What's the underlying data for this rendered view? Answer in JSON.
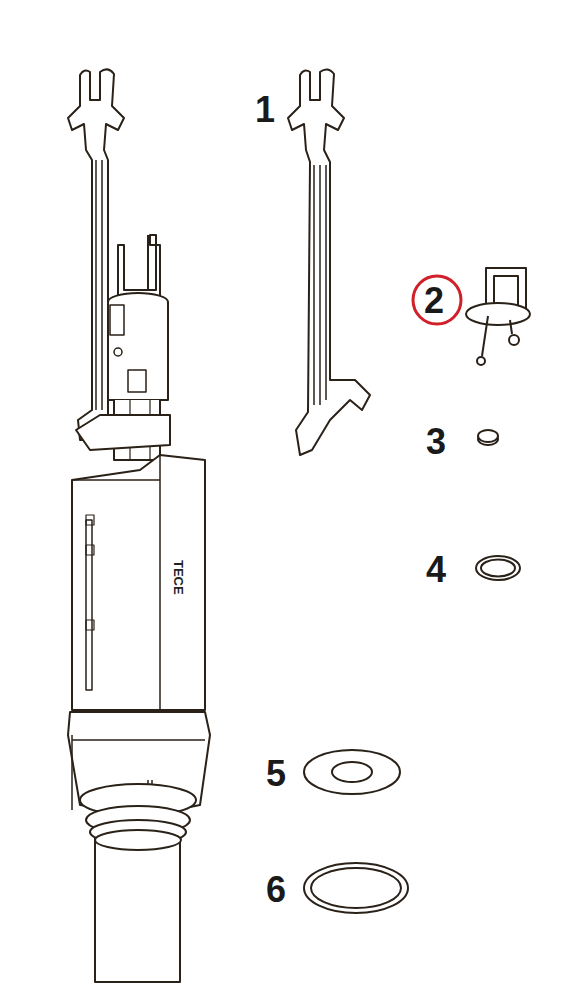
{
  "diagram": {
    "labels": [
      "1",
      "2",
      "3",
      "4",
      "5",
      "6",
      "TECE"
    ]
  }
}
